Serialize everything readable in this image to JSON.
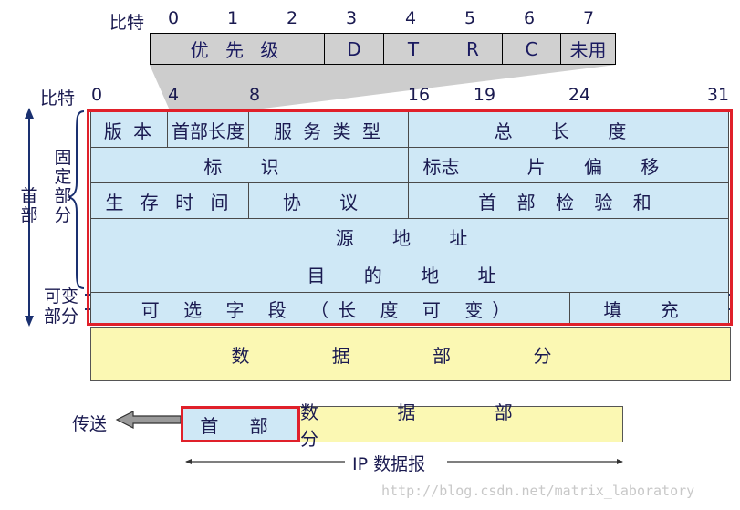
{
  "tos": {
    "bit_label": "比特",
    "bit_numbers": [
      "0",
      "1",
      "2",
      "3",
      "4",
      "5",
      "6",
      "7"
    ],
    "fields": [
      "优 先 级",
      "D",
      "T",
      "R",
      "C",
      "未用"
    ]
  },
  "header": {
    "bit_label": "比特",
    "bit_numbers": [
      "0",
      "4",
      "8",
      "16",
      "19",
      "24",
      "31"
    ],
    "rows": [
      [
        "版 本",
        "首部长度",
        "服 务 类 型",
        "总 长 度"
      ],
      [
        "标 识",
        "标志",
        "片 偏 移"
      ],
      [
        "生 存 时 间",
        "协 议",
        "首 部 检 验 和"
      ],
      [
        "源 地 址"
      ],
      [
        "目 的 地 址"
      ],
      [
        "可 选 字 段 （长 度 可 变）",
        "填 充"
      ]
    ]
  },
  "side_labels": {
    "header": "首部",
    "fixed": "固定部分",
    "variable_line1": "可变",
    "variable_line2": "部分"
  },
  "data_part": "数 据 部 分",
  "datagram": {
    "send_label": "传送",
    "header_label": "首 部",
    "data_label": "数 据 部 分",
    "caption": "IP 数据报"
  },
  "watermark": "http://blog.csdn.net/matrix_laboratory",
  "colors": {
    "header_fill": "#cfe8f6",
    "data_fill": "#fbf8b3",
    "tos_fill": "#d0d0d0",
    "highlight": "#e0202a"
  }
}
